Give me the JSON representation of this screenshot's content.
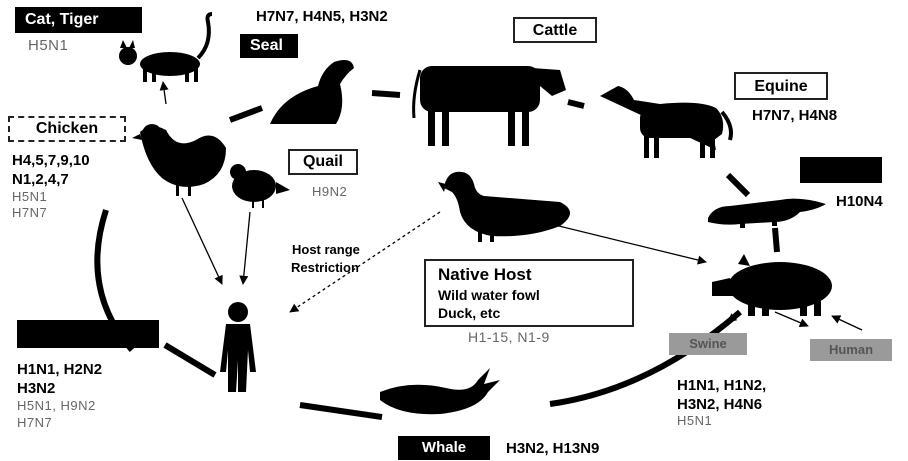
{
  "hosts": {
    "cat_tiger": {
      "label": "Cat, Tiger",
      "subtypes": [
        "H5N1"
      ]
    },
    "seal": {
      "label": "Seal",
      "subtypes": "H7N7, H4N5, H3N2"
    },
    "cattle": {
      "label": "Cattle"
    },
    "equine": {
      "label": "Equine",
      "subtypes": "H7N7, H4N8"
    },
    "mink": {
      "label": "",
      "subtypes": "H10N4"
    },
    "chicken": {
      "label": "Chicken",
      "subtypes_bold": [
        "H4,5,7,9,10",
        "N1,2,4,7"
      ],
      "subtypes_light": [
        "H5N1",
        "H7N7"
      ]
    },
    "quail": {
      "label": "Quail",
      "subtypes": "H9N2"
    },
    "native_host": {
      "title": "Native Host",
      "lines": [
        "Wild water fowl",
        "Duck, etc"
      ],
      "subtypes": "H1-15, N1-9"
    },
    "human": {
      "label": "",
      "subtypes_bold": [
        "H1N1, H2N2",
        "H3N2"
      ],
      "subtypes_light": [
        "H5N1, H9N2",
        "H7N7"
      ]
    },
    "swine": {
      "label": "Swine",
      "label_right": "Human",
      "subtypes_bold": [
        "H1N1, H1N2,",
        "H3N2, H4N6"
      ],
      "subtypes_light": [
        "H5N1"
      ]
    },
    "whale": {
      "label": "Whale",
      "subtypes": "H3N2, H13N9"
    }
  },
  "host_range": {
    "lines": [
      "Host range",
      "Restriction"
    ]
  },
  "colors": {
    "ink": "#000000",
    "light_text": "#666666",
    "gray_box": "#9a9a9a"
  }
}
